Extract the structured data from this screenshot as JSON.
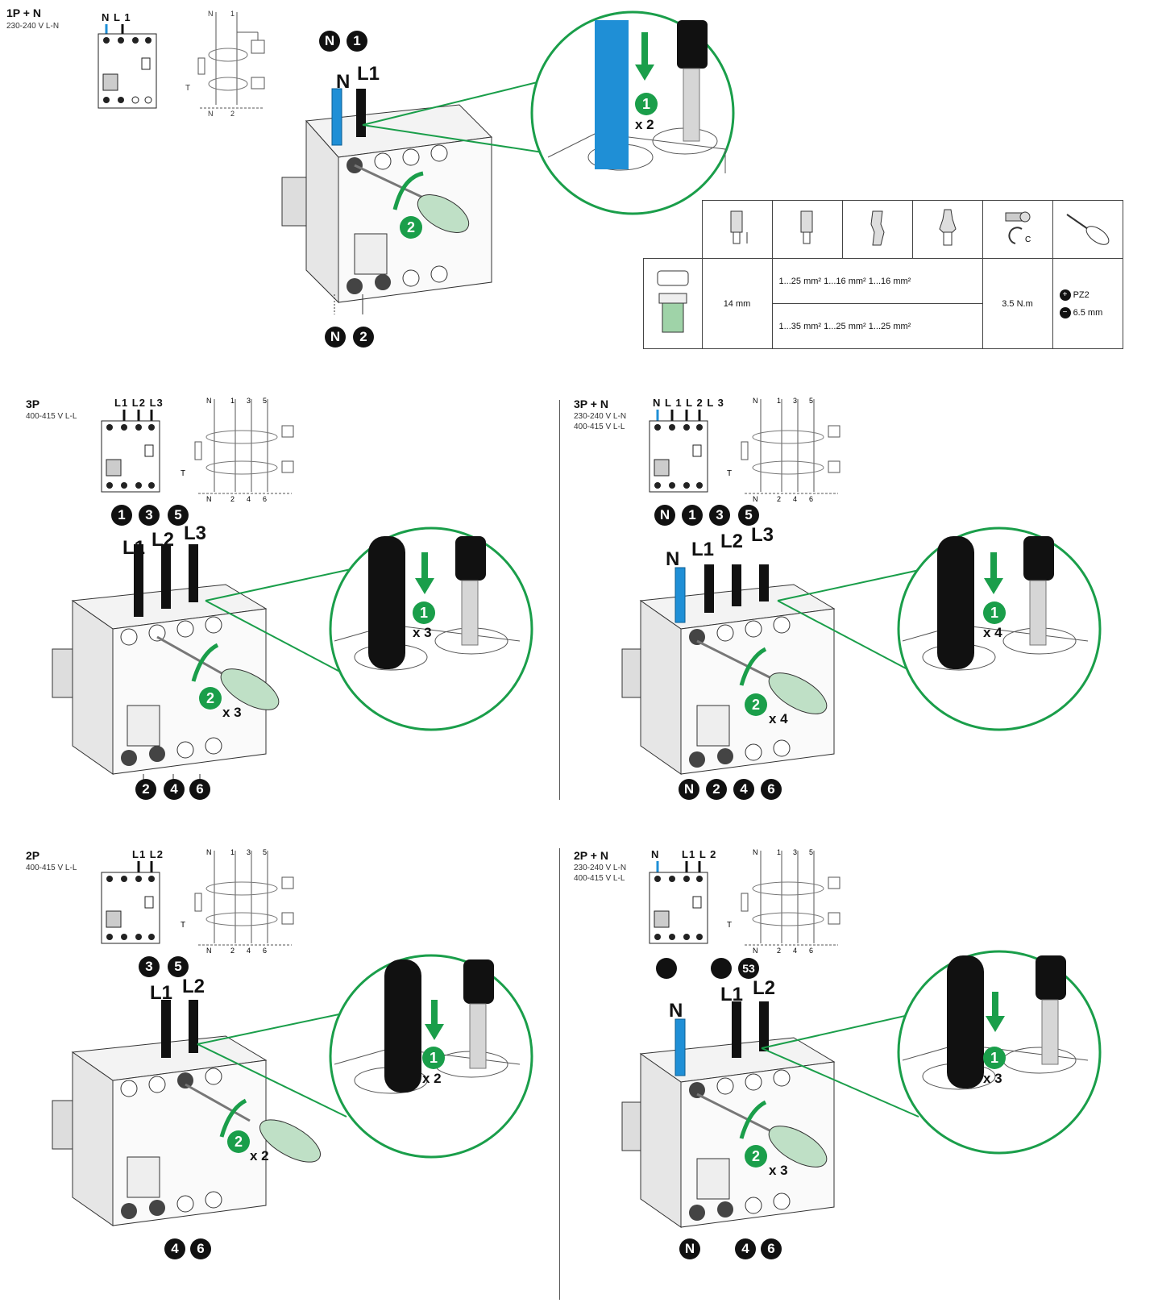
{
  "sections": [
    {
      "id": "1p-n",
      "title": "1P + N",
      "voltages": [
        "230-240 V L-N"
      ],
      "terminal_label": "N L 1",
      "top_numbers": [
        "N",
        "1"
      ],
      "wire_labels": [
        "N",
        "L1"
      ],
      "bottom_numbers": [
        "N",
        "2"
      ],
      "step1": "1",
      "step2": "2",
      "step1_mult": "x 2",
      "step2_mult": ""
    },
    {
      "id": "3p",
      "title": "3P",
      "voltages": [
        "400-415 V L-L"
      ],
      "terminal_label": "L1 L2 L3",
      "top_numbers": [
        "1",
        "3",
        "5"
      ],
      "wire_labels": [
        "L1",
        "L2",
        "L3"
      ],
      "bottom_numbers": [
        "2",
        "4",
        "6"
      ],
      "step1": "1",
      "step2": "2",
      "step1_mult": "x 3",
      "step2_mult": "x 3"
    },
    {
      "id": "3p-n",
      "title": "3P + N",
      "voltages": [
        "230-240 V L-N",
        "400-415 V L-L"
      ],
      "terminal_label": "N L 1 L 2 L 3",
      "top_numbers": [
        "N",
        "1",
        "3",
        "5"
      ],
      "wire_labels": [
        "N",
        "L1",
        "L2",
        "L3"
      ],
      "bottom_numbers": [
        "N",
        "2",
        "4",
        "6"
      ],
      "step1": "1",
      "step2": "2",
      "step1_mult": "x 4",
      "step2_mult": "x 4"
    },
    {
      "id": "2p",
      "title": "2P",
      "voltages": [
        "400-415 V L-L"
      ],
      "terminal_label": "L1 L2",
      "top_numbers": [
        "3",
        "5"
      ],
      "wire_labels": [
        "L1",
        "L2"
      ],
      "bottom_numbers": [
        "4",
        "6"
      ],
      "step1": "1",
      "step2": "2",
      "step1_mult": "x 2",
      "step2_mult": "x 2"
    },
    {
      "id": "2p-n",
      "title": "2P + N",
      "voltages": [
        "230-240 V L-N",
        "400-415 V L-L"
      ],
      "terminal_label": "N      L1 L 2",
      "top_numbers": [
        "",
        "",
        "53"
      ],
      "wire_labels": [
        "N",
        "L1",
        "L2"
      ],
      "bottom_numbers": [
        "N",
        "4",
        "6"
      ],
      "step1": "1",
      "step2": "2",
      "step1_mult": "x 3",
      "step2_mult": "x 3"
    }
  ],
  "schematic_labels": {
    "single": {
      "top": [
        "N",
        "1"
      ],
      "bottom": [
        "N",
        "2"
      ],
      "test": "T"
    },
    "multi": {
      "top": [
        "N",
        "1",
        "3",
        "5"
      ],
      "bottom": [
        "N",
        "2",
        "4",
        "6"
      ],
      "test": "T"
    }
  },
  "spec_table": {
    "strip_length": "14 mm",
    "row1": "1...25 mm² 1...16 mm² 1...16 mm²",
    "row2": "1...35 mm² 1...25 mm² 1...25 mm²",
    "torque": "3.5 N.m",
    "screw_label": "C",
    "tool1": "PZ2",
    "tool2": "6.5 mm"
  },
  "colors": {
    "neutral_wire": "#1f8fd6",
    "phase_wire": "#111111",
    "accent_green": "#1a9e4a",
    "screwdriver": "#bfe0c6"
  },
  "icons": [
    "cable-strip-icon",
    "solid-wire-icon",
    "flexible-wire-icon",
    "ferrule-wire-icon",
    "screw-torque-icon",
    "screwdriver-icon",
    "pozidriv-icon",
    "flat-blade-icon",
    "terminal-icon"
  ]
}
